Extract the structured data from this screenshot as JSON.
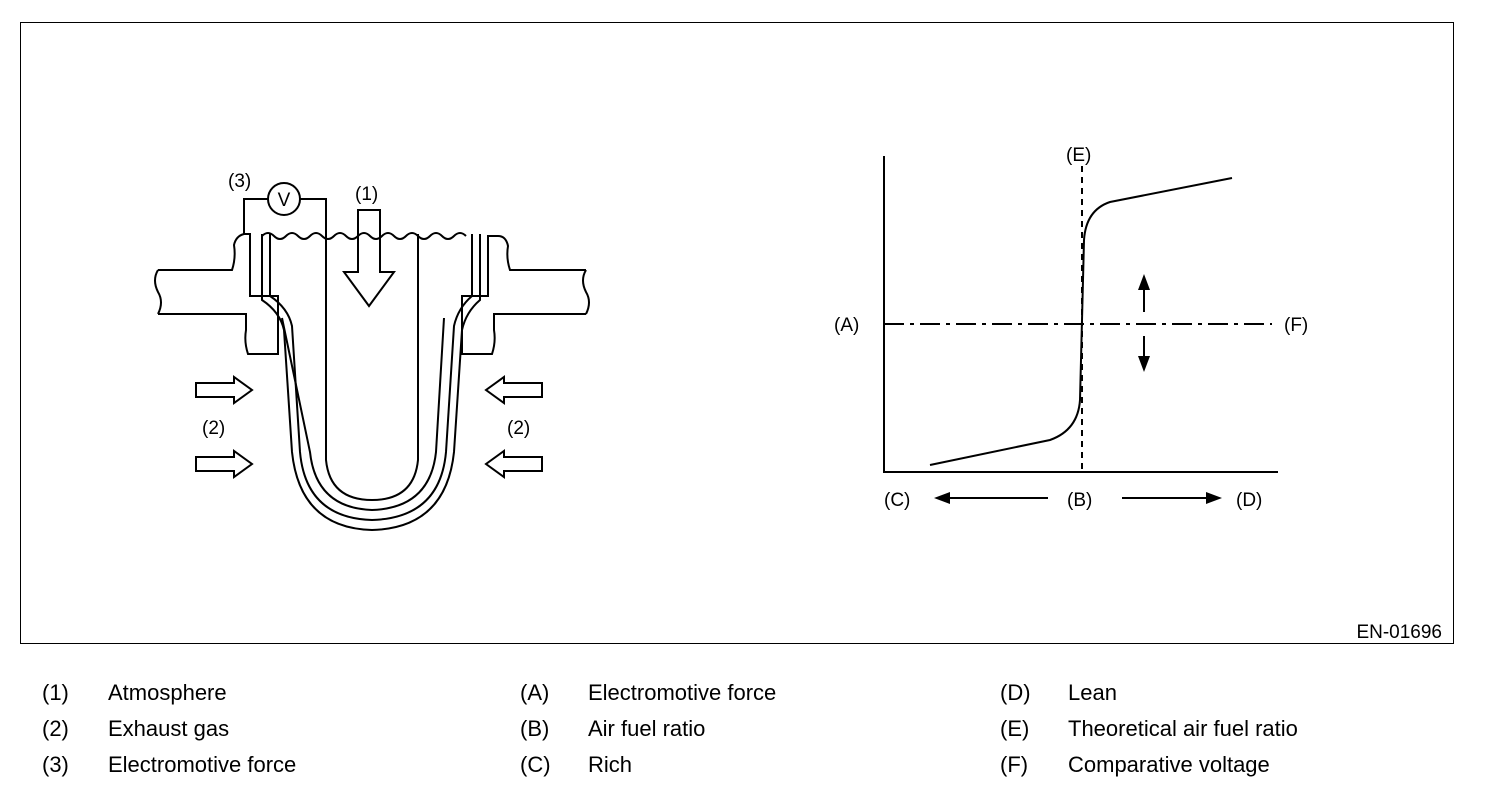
{
  "figure": {
    "code": "EN-01696",
    "sensor_labels": {
      "atmosphere": "(1)",
      "exhaust_left": "(2)",
      "exhaust_right": "(2)",
      "emf": "(3)",
      "voltmeter": "V"
    },
    "graph_labels": {
      "A": "(A)",
      "B": "(B)",
      "C": "(C)",
      "D": "(D)",
      "E": "(E)",
      "F": "(F)"
    }
  },
  "legend": [
    {
      "code": "(1)",
      "text": "Atmosphere"
    },
    {
      "code": "(2)",
      "text": "Exhaust gas"
    },
    {
      "code": "(3)",
      "text": "Electromotive force"
    },
    {
      "code": "(A)",
      "text": "Electromotive force"
    },
    {
      "code": "(B)",
      "text": "Air fuel ratio"
    },
    {
      "code": "(C)",
      "text": "Rich"
    },
    {
      "code": "(D)",
      "text": "Lean"
    },
    {
      "code": "(E)",
      "text": "Theoretical air fuel ratio"
    },
    {
      "code": "(F)",
      "text": "Comparative voltage"
    }
  ]
}
